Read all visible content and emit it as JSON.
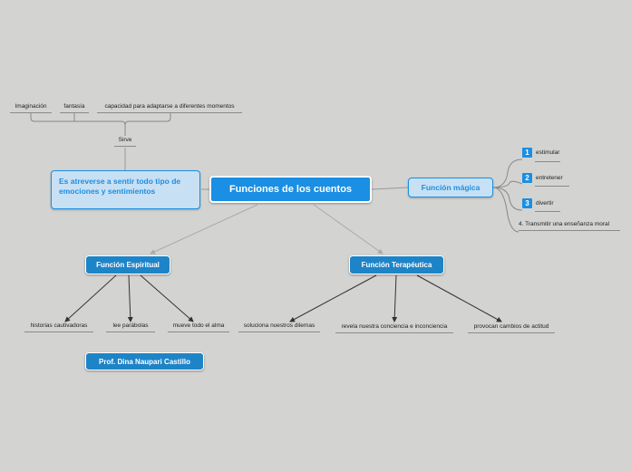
{
  "central": "Funciones de los cuentos",
  "sirve": "Sirve",
  "sirve_items": [
    "Imaginación",
    "fantasía",
    "capacidad para adaptarse a diferentes momentos"
  ],
  "sentir": "Es atreverse a sentir todo tipo de emociones y sentimientos",
  "magica": {
    "title": "Función mágica",
    "items": [
      {
        "num": "1",
        "label": "estimular"
      },
      {
        "num": "2",
        "label": "entretener"
      },
      {
        "num": "3",
        "label": "divertir"
      }
    ],
    "item4": "4. Transmitir una enseñanza moral"
  },
  "espiritual": {
    "title": "Función Espiritual",
    "items": [
      "historias cautivadoras",
      "lee parábolas",
      "mueve todo el alma"
    ]
  },
  "terapeutica": {
    "title": "Función Terapéutica",
    "items": [
      "soluciona nuestros dilemas",
      "revela nuestra conciencia e inconciencia",
      "provocan cambios de actitud"
    ]
  },
  "author": "Prof. Dina Naupari Castillo",
  "colors": {
    "background": "#d3d4d1",
    "central": "#1a8fe3",
    "light": "#c8e0f4",
    "dark": "#1e84c8"
  }
}
